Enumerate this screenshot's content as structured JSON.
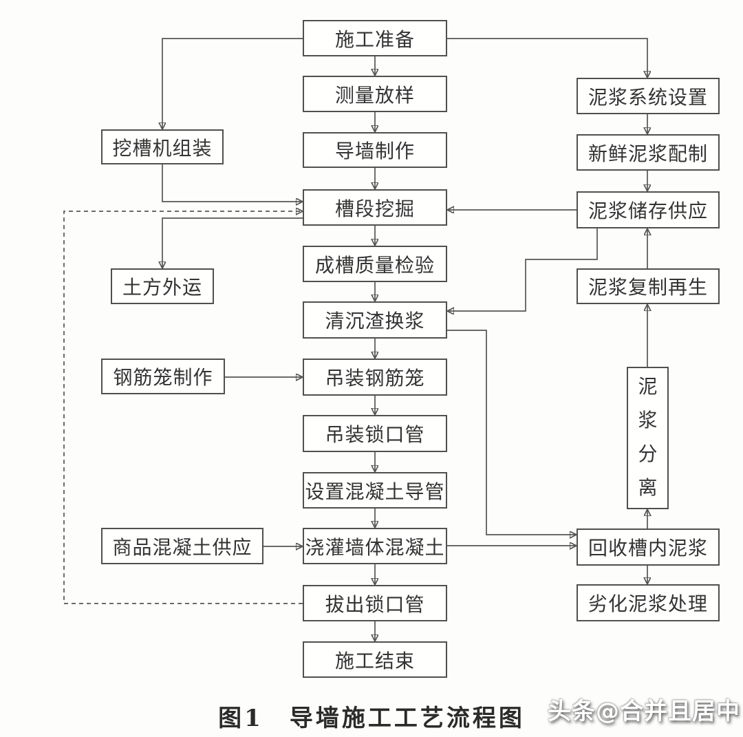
{
  "figure": {
    "caption": "图1　导墙施工工艺流程图"
  },
  "watermark": "头条@合并且居中",
  "nodes": {
    "prep": {
      "label": "施工准备"
    },
    "survey": {
      "label": "测量放样"
    },
    "guide_wall": {
      "label": "导墙制作"
    },
    "trench_dig": {
      "label": "槽段挖掘"
    },
    "trench_qc": {
      "label": "成槽质量检验"
    },
    "clean_slurry": {
      "label": "清沉渣换浆"
    },
    "hoist_cage": {
      "label": "吊装钢筋笼"
    },
    "hoist_lock": {
      "label": "吊装锁口管"
    },
    "set_conduit": {
      "label": "设置混凝土导管"
    },
    "pour_concrete": {
      "label": "浇灌墙体混凝土"
    },
    "pull_lock": {
      "label": "拔出锁口管"
    },
    "finish": {
      "label": "施工结束"
    },
    "excavator_assembly": {
      "label": "挖槽机组装"
    },
    "earth_removal": {
      "label": "土方外运"
    },
    "cage_fab": {
      "label": "钢筋笼制作"
    },
    "concrete_supply": {
      "label": "商品混凝土供应"
    },
    "slurry_system": {
      "label": "泥浆系统设置"
    },
    "fresh_slurry": {
      "label": "新鲜泥浆配制"
    },
    "slurry_storage": {
      "label": "泥浆储存供应"
    },
    "slurry_regen": {
      "label": "泥浆复制再生"
    },
    "slurry_separation": {
      "label": "泥浆分离"
    },
    "recover_slurry": {
      "label": "回收槽内泥浆"
    },
    "degraded_slurry": {
      "label": "劣化泥浆处理"
    }
  },
  "edges": [
    {
      "from": "prep",
      "to": "survey",
      "style": "solid"
    },
    {
      "from": "prep",
      "to": "excavator_assembly",
      "style": "solid"
    },
    {
      "from": "prep",
      "to": "slurry_system",
      "style": "solid"
    },
    {
      "from": "survey",
      "to": "guide_wall",
      "style": "solid"
    },
    {
      "from": "guide_wall",
      "to": "trench_dig",
      "style": "solid"
    },
    {
      "from": "excavator_assembly",
      "to": "trench_dig",
      "style": "solid"
    },
    {
      "from": "pull_lock",
      "to": "trench_dig",
      "style": "dashed"
    },
    {
      "from": "trench_dig",
      "to": "earth_removal",
      "style": "solid"
    },
    {
      "from": "trench_dig",
      "to": "trench_qc",
      "style": "solid"
    },
    {
      "from": "trench_qc",
      "to": "clean_slurry",
      "style": "solid"
    },
    {
      "from": "clean_slurry",
      "to": "hoist_cage",
      "style": "solid"
    },
    {
      "from": "cage_fab",
      "to": "hoist_cage",
      "style": "solid"
    },
    {
      "from": "hoist_cage",
      "to": "hoist_lock",
      "style": "solid"
    },
    {
      "from": "hoist_lock",
      "to": "set_conduit",
      "style": "solid"
    },
    {
      "from": "set_conduit",
      "to": "pour_concrete",
      "style": "solid"
    },
    {
      "from": "concrete_supply",
      "to": "pour_concrete",
      "style": "solid"
    },
    {
      "from": "pour_concrete",
      "to": "pull_lock",
      "style": "solid"
    },
    {
      "from": "pull_lock",
      "to": "finish",
      "style": "solid"
    },
    {
      "from": "slurry_system",
      "to": "fresh_slurry",
      "style": "solid"
    },
    {
      "from": "fresh_slurry",
      "to": "slurry_storage",
      "style": "solid"
    },
    {
      "from": "slurry_storage",
      "to": "trench_dig",
      "style": "solid"
    },
    {
      "from": "slurry_storage",
      "to": "clean_slurry",
      "style": "solid"
    },
    {
      "from": "clean_slurry",
      "to": "recover_slurry",
      "style": "solid"
    },
    {
      "from": "pour_concrete",
      "to": "recover_slurry",
      "style": "solid"
    },
    {
      "from": "recover_slurry",
      "to": "slurry_separation",
      "style": "solid"
    },
    {
      "from": "slurry_separation",
      "to": "slurry_regen",
      "style": "solid"
    },
    {
      "from": "slurry_regen",
      "to": "slurry_storage",
      "style": "solid"
    },
    {
      "from": "recover_slurry",
      "to": "degraded_slurry",
      "style": "solid"
    }
  ]
}
